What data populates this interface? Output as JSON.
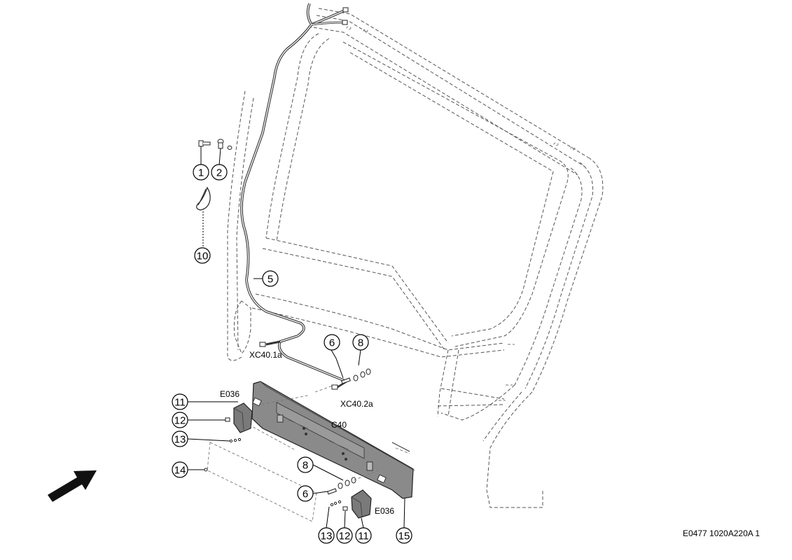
{
  "callouts": {
    "c1": "1",
    "c2": "2",
    "c10": "10",
    "c5": "5",
    "c6a": "6",
    "c8a": "8",
    "c11a": "11",
    "c12a": "12",
    "c13a": "13",
    "c14": "14",
    "c8b": "8",
    "c6b": "6",
    "c13b": "13",
    "c12b": "12",
    "c11b": "11",
    "c15": "15"
  },
  "labels": {
    "xc40_1a": "XC40.1a",
    "xc40_2a": "XC40.2a",
    "e036_left": "E036",
    "e036_right": "E036",
    "c40": "C40"
  },
  "reference": "E0477 1020A220A 1",
  "colors": {
    "bracket_fill": "#8a8a8a",
    "lamp_fill": "#7a7a7a",
    "cable": "#333333",
    "arrow": "#111111"
  },
  "icons": {
    "direction_arrow": "arrow-icon"
  }
}
